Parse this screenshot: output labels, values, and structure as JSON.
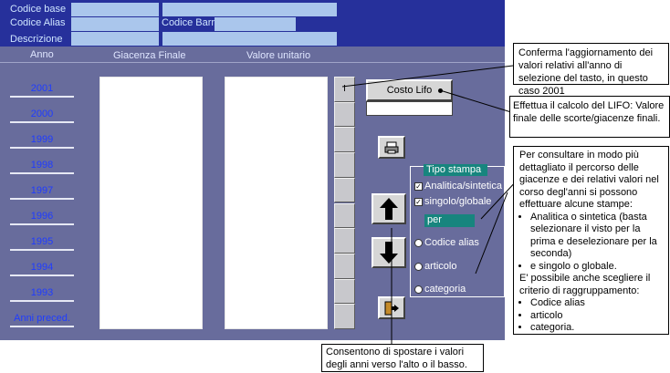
{
  "header": {
    "codice_base_label": "Codice base",
    "codice_alias_label": "Codice Alias",
    "codice_barre_label": "Codice Barre",
    "descrizione_label": "Descrizione"
  },
  "columns": {
    "anno": "Anno",
    "giacenza": "Giacenza Finale",
    "valore": "Valore unitario"
  },
  "years": [
    "2001",
    "2000",
    "1999",
    "1998",
    "1997",
    "1996",
    "1995",
    "1994",
    "1993",
    "Anni preced."
  ],
  "controls": {
    "costo_lifo_label": "Costo Lifo",
    "tipo_stampa_label": "Tipo stampa",
    "analitica_label": "Analitica/sintetica",
    "singolo_label": "singolo/globale",
    "per_label": "per",
    "codice_alias_option": "Codice alias",
    "articolo_option": "articolo",
    "categoria_option": "categoria",
    "first_row_marker": "I"
  },
  "callouts": {
    "conferma": "Conferma l'aggiornamento dei valori relativi all'anno di selezione del tasto, in questo caso 2001",
    "lifo": "Effettua il calcolo del LIFO: Valore finale delle scorte/giacenze finali.",
    "stampe_intro": "Per consultare in modo più dettagliato il percorso delle giacenze e dei relativi valori nel corso degl'anni si possono effettuare alcune stampe:",
    "stampe_items": [
      "Analitica o sintetica (basta selezionare il visto per la prima e deselezionare per la seconda)",
      "e singolo o globale."
    ],
    "raggruppamento_intro": "E' possibile anche scegliere il criterio di raggruppamento:",
    "raggruppamento_items": [
      "Codice alias",
      "articolo",
      "categoria."
    ],
    "sposta": "Consentono di spostare i valori degli anni verso l'alto o il basso."
  }
}
